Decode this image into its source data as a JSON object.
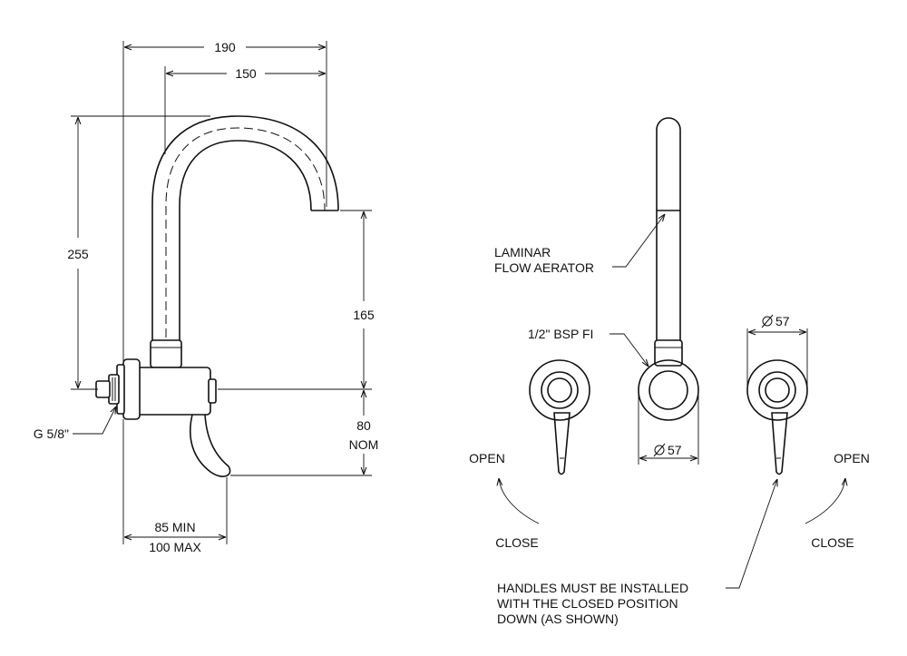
{
  "side_view": {
    "dim_overall_width": "190",
    "dim_spout_reach": "150",
    "dim_height": "255",
    "dim_spout_clearance": "165",
    "dim_handle_nom": [
      "80",
      "NOM"
    ],
    "dim_projection": [
      "85 MIN",
      "100 MAX"
    ],
    "inlet_thread": "G 5/8\""
  },
  "front_view": {
    "aerator_label": [
      "LAMINAR",
      "FLOW AERATOR"
    ],
    "inlet_label": "1/2\" BSP FI",
    "flange_dia_right": "57",
    "flange_dia_center": "57",
    "open_left": "OPEN",
    "close_left": "CLOSE",
    "open_right": "OPEN",
    "close_right": "CLOSE",
    "handle_note": [
      "HANDLES MUST BE INSTALLED",
      "WITH THE CLOSED POSITION",
      "DOWN (AS SHOWN)"
    ]
  }
}
